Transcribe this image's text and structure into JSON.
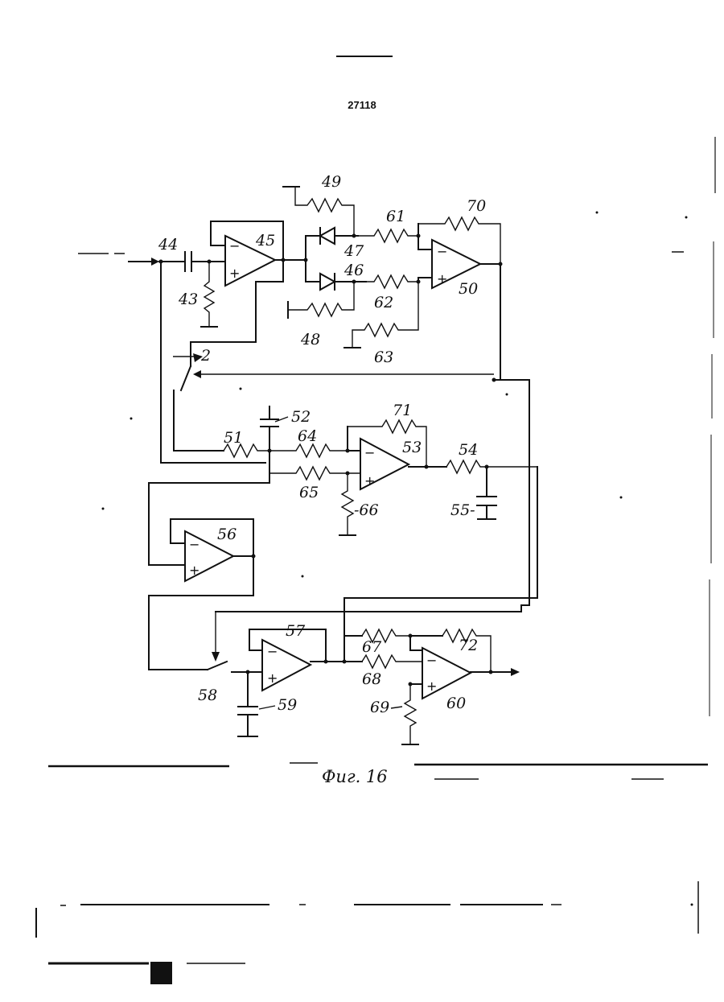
{
  "page_number": "27118",
  "figure_caption": "Фиг. 16",
  "labels": {
    "c44": "44",
    "r43": "43",
    "u45": "45",
    "r49": "49",
    "d47": "47",
    "d46": "46",
    "r48": "48",
    "r61": "61",
    "r62": "62",
    "r63": "63",
    "r70": "70",
    "u50": "50",
    "sw2": "2",
    "c52": "52",
    "r51": "51",
    "r64": "64",
    "r65": "65",
    "r71": "71",
    "u53": "53",
    "r66": "-66",
    "r54": "54",
    "c55": "55-",
    "u56": "56",
    "u57": "57",
    "r67": "67",
    "r68": "68",
    "r72": "72",
    "u60": "60",
    "sw58": "58",
    "c59": "59",
    "r69": "69"
  },
  "colors": {
    "ink": "#111111",
    "paper": "#ffffff"
  }
}
